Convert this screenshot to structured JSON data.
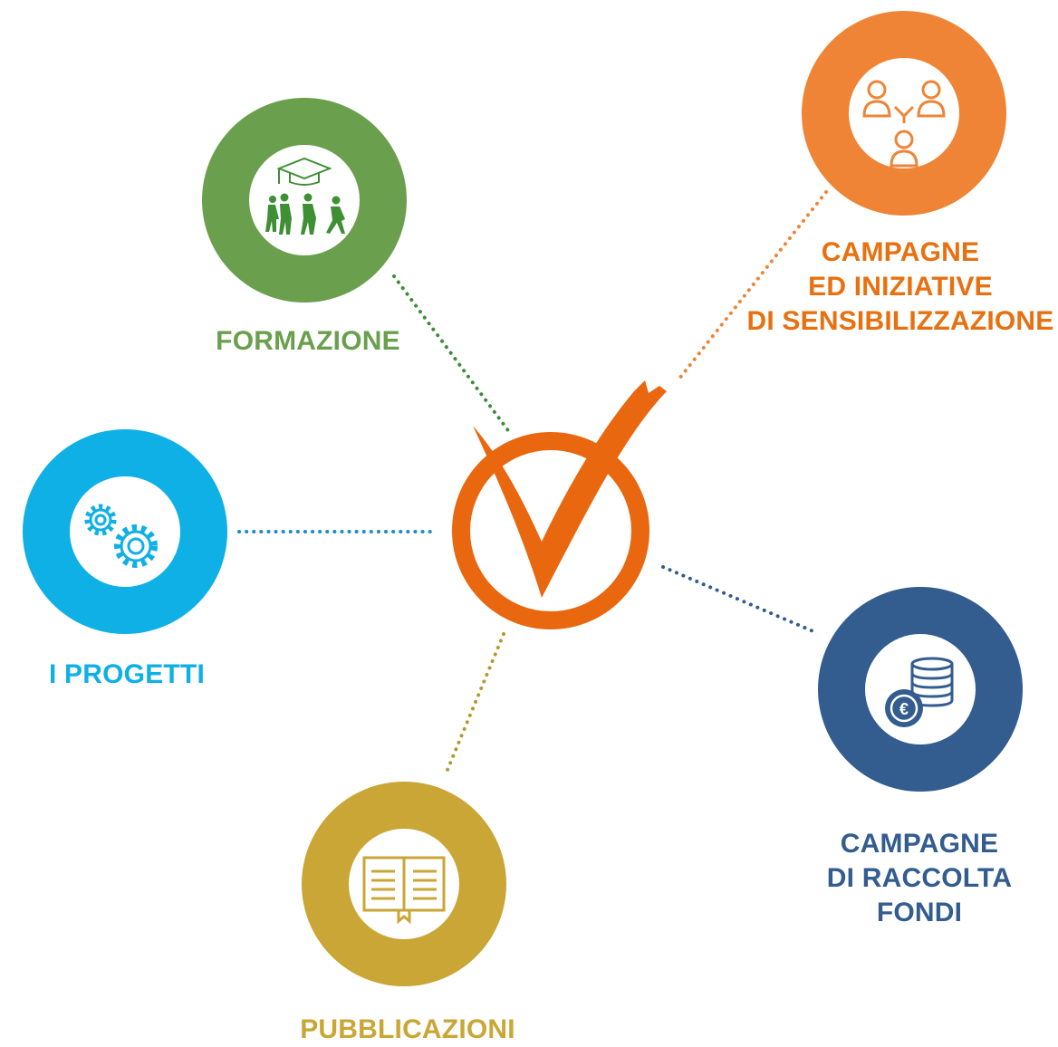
{
  "nodes": {
    "formazione": {
      "label": [
        "FORMAZIONE"
      ],
      "color": "#6aa04d",
      "icon": "graduation-group-icon"
    },
    "campagne_sensibilizzazione": {
      "label": [
        "CAMPAGNE",
        "ED INIZIATIVE",
        "DI SENSIBILIZZAZIONE"
      ],
      "color": "#ef8436",
      "text_color": "#e8700f",
      "icon": "people-network-icon"
    },
    "progetti": {
      "label": [
        "I PROGETTI"
      ],
      "color": "#0fb0e6",
      "icon": "gears-icon"
    },
    "raccolta_fondi": {
      "label": [
        "CAMPAGNE",
        "DI RACCOLTA",
        "FONDI"
      ],
      "color": "#335c8f",
      "icon": "euro-coins-icon"
    },
    "pubblicazioni": {
      "label": [
        "PUBBLICAZIONI"
      ],
      "color": "#c9a635",
      "icon": "open-book-icon"
    }
  },
  "center": {
    "icon": "checkmark-circle-icon",
    "color": "#e8670f"
  }
}
